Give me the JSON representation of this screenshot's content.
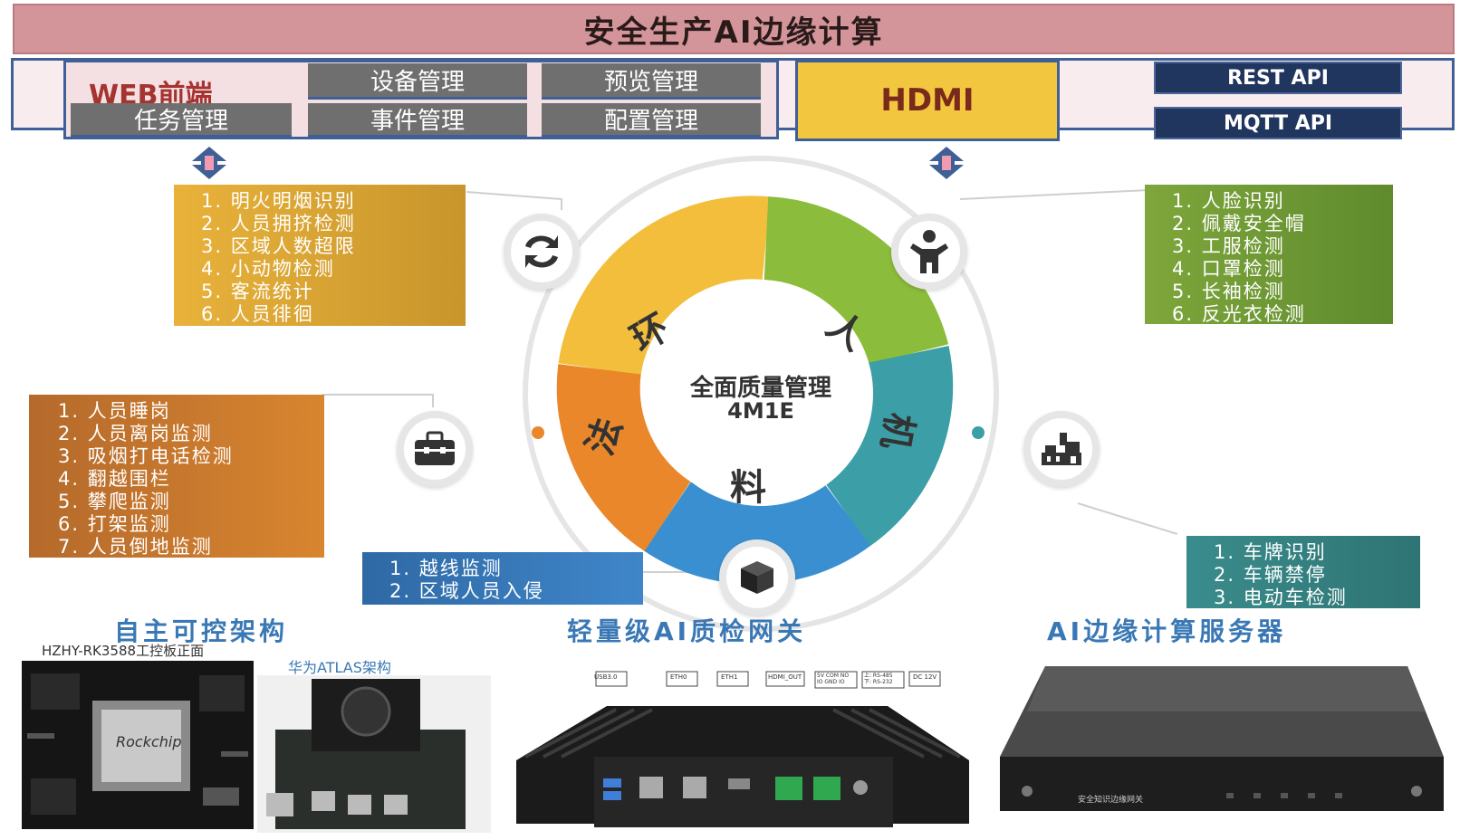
{
  "title": "安全生产AI边缘计算",
  "top_row": {
    "web_label": "WEB前端",
    "web_buttons": [
      "设备管理",
      "预览管理",
      "任务管理",
      "事件管理",
      "配置管理"
    ],
    "hdmi_label": "HDMI",
    "apis": [
      "REST API",
      "MQTT API"
    ]
  },
  "center": {
    "title": "全面质量管理",
    "subtitle": "4M1E",
    "segments": [
      "环",
      "人",
      "机",
      "料",
      "法"
    ],
    "colors": {
      "env": "#f2be3c",
      "person": "#8cbc3c",
      "machine": "#3c9ea6",
      "material": "#3a8fd0",
      "method": "#e9872a"
    }
  },
  "lists": {
    "env": [
      "1. 明火明烟识别",
      "2. 人员拥挤检测",
      "3. 区域人数超限",
      "4. 小动物检测",
      "5. 客流统计",
      "6. 人员徘徊"
    ],
    "person": [
      "1. 人脸识别",
      "2. 佩戴安全帽",
      "3. 工服检测",
      "4. 口罩检测",
      "5. 长袖检测",
      "6. 反光衣检测"
    ],
    "method": [
      "1. 人员睡岗",
      "2. 人员离岗监测",
      "3. 吸烟打电话检测",
      "4. 翻越围栏",
      "5. 攀爬监测",
      "6. 打架监测",
      "7. 人员倒地监测"
    ],
    "material": [
      "1. 越线监测",
      "2. 区域人员入侵"
    ],
    "machine": [
      "1. 车牌识别",
      "2. 车辆禁停",
      "3. 电动车检测"
    ]
  },
  "icons": [
    "recycle-icon",
    "person-icon",
    "toolbox-icon",
    "cube-icon",
    "factory-icon",
    "double-arrow-icon"
  ],
  "bottom": {
    "titles": [
      "自主可控架构",
      "轻量级AI质检网关",
      "AI边缘计算服务器"
    ],
    "board_caption": "HZHY-RK3588工控板正面",
    "atlas_caption": "华为ATLAS架构",
    "chip_text": "Rockchip",
    "gateway_ports": [
      "USB3.0",
      "ETH0",
      "ETH1",
      "HDMI_OUT",
      "5V COM NO\nIO GND IO",
      "上: RS-485\n下: RS-232",
      "DC 12V"
    ],
    "server_label": "安全知识边缘网关"
  }
}
